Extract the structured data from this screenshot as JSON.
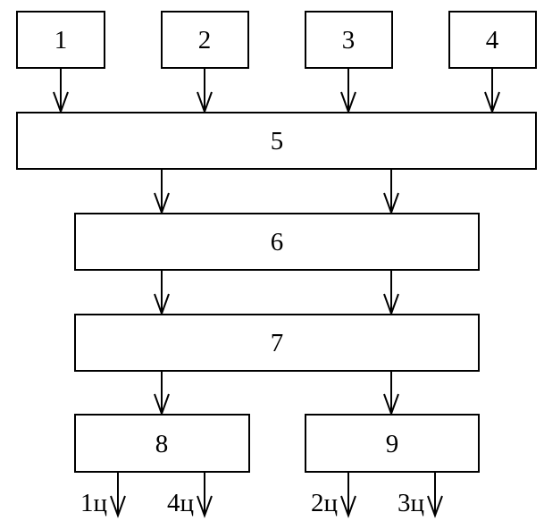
{
  "blocks": {
    "b1": "1",
    "b2": "2",
    "b3": "3",
    "b4": "4",
    "b5": "5",
    "b6": "6",
    "b7": "7",
    "b8": "8",
    "b9": "9"
  },
  "outputs": {
    "o1": "1ц",
    "o4": "4ц",
    "o2": "2ц",
    "o3": "3ц"
  }
}
